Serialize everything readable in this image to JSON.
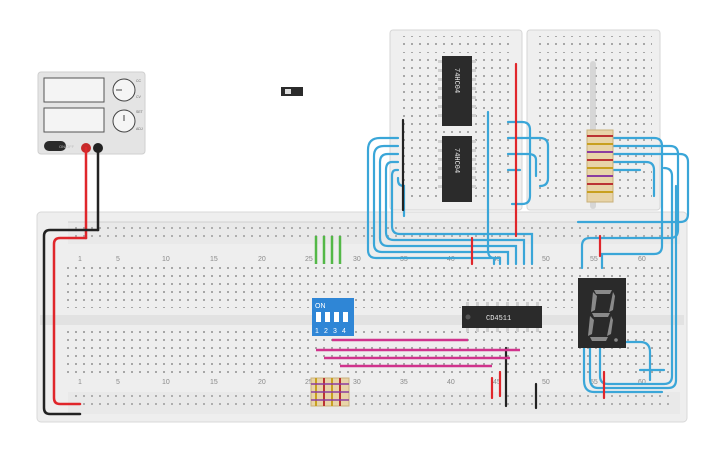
{
  "power_supply": {
    "button_label": "ON/OFF",
    "knob_labels": [
      "CC",
      "CV",
      "SET",
      "ADJ"
    ]
  },
  "main_breadboard": {
    "top_numbers": [
      "1",
      "5",
      "10",
      "15",
      "20",
      "25",
      "30",
      "35",
      "40",
      "45",
      "50",
      "55",
      "60"
    ],
    "bottom_numbers": [
      "1",
      "5",
      "10",
      "15",
      "20",
      "25",
      "30",
      "35",
      "40",
      "45",
      "50",
      "55",
      "60"
    ]
  },
  "chips": {
    "chip1_label": "74HC04",
    "chip2_label": "74HC04",
    "decoder_label": "CD4511"
  },
  "dip_switch": {
    "on_label": "ON",
    "numbers": [
      "1",
      "2",
      "3",
      "4"
    ]
  },
  "seven_segment": {
    "digit": "8"
  },
  "colors": {
    "wire_blue": "#3aa6d8",
    "wire_red": "#e0262b",
    "wire_black": "#222222",
    "wire_green": "#53b847",
    "wire_magenta": "#d0338c",
    "dip_blue": "#2f86d6",
    "chip_body": "#2b2b2b",
    "breadboard": "#eeeeee"
  }
}
